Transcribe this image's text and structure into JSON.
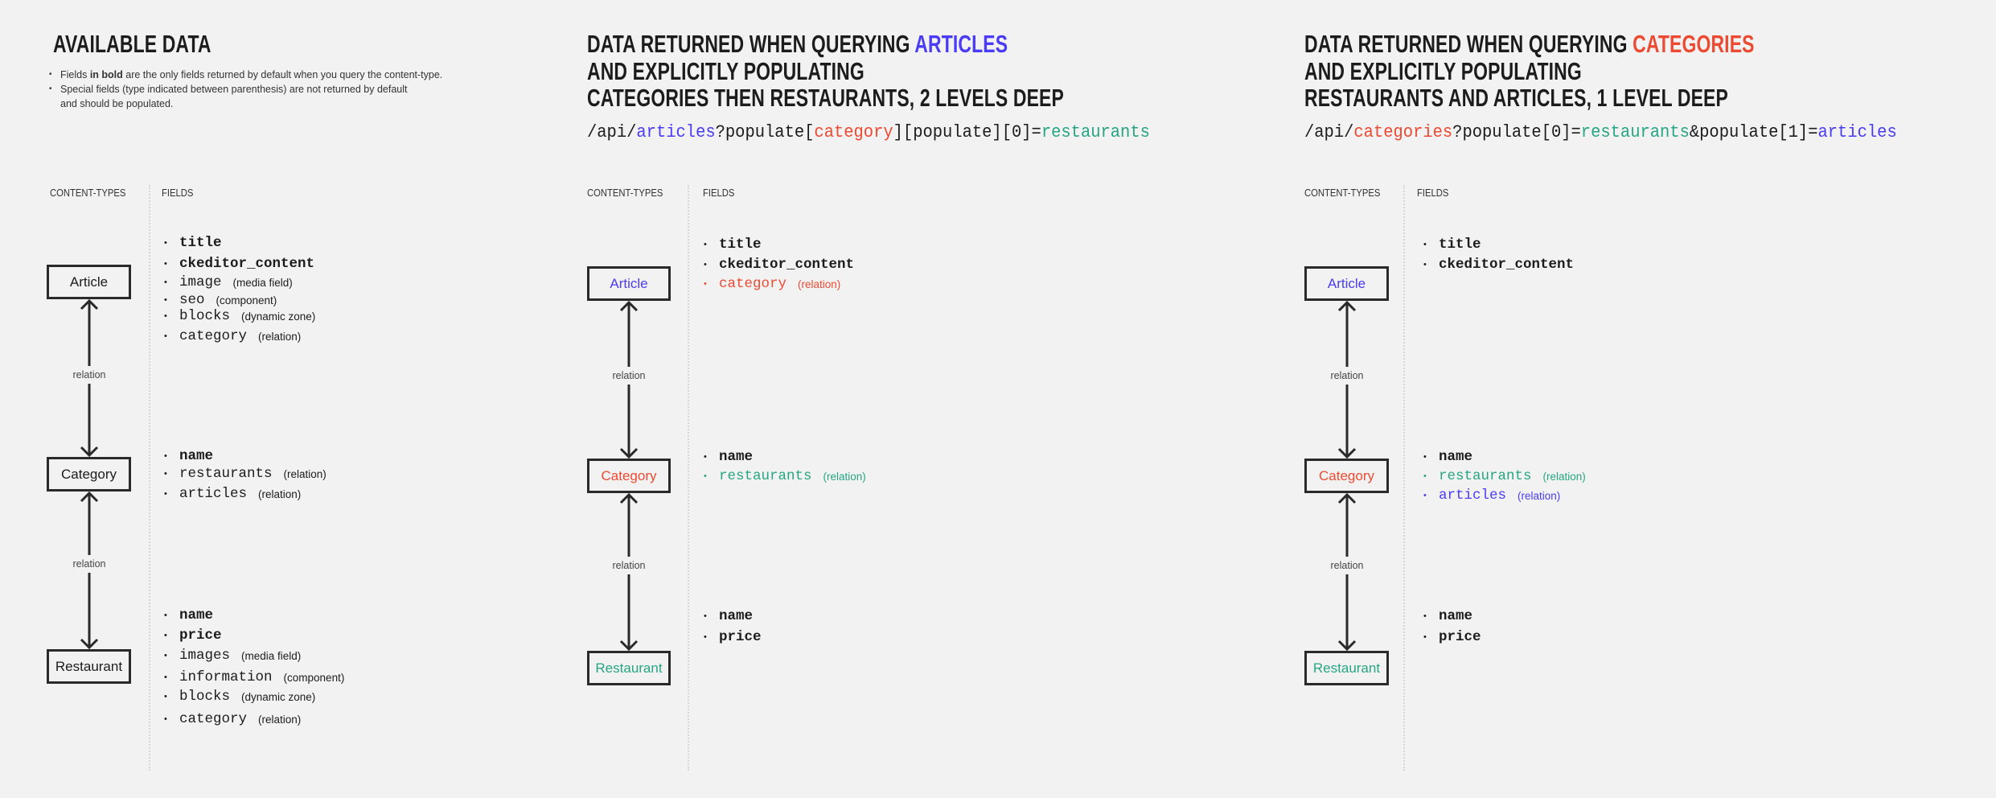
{
  "colors": {
    "background": "#f2f2f2",
    "text": "#1c1c1c",
    "articles": "#4a3cf4",
    "categories": "#ec4a32",
    "restaurants": "#27a583"
  },
  "available": {
    "title": "AVAILABLE DATA",
    "notes": [
      {
        "pre": "Fields ",
        "bold": "in bold",
        "post": " are the only fields returned by default when you query the content-type."
      },
      {
        "line1": "Special fields (type indicated between parenthesis) are not returned by default",
        "line2": "and should be populated."
      }
    ],
    "headers": {
      "types": "CONTENT-TYPES",
      "fields": "FIELDS"
    },
    "types": [
      "Article",
      "Category",
      "Restaurant"
    ],
    "relation_label": "relation",
    "article_fields": [
      {
        "name": "title",
        "type": ""
      },
      {
        "name": "ckeditor_content",
        "type": ""
      },
      {
        "name": "image",
        "type": "(media field)"
      },
      {
        "name": "seo",
        "type": "(component)"
      },
      {
        "name": "blocks",
        "type": "(dynamic zone)"
      },
      {
        "name": "category",
        "type": "(relation)"
      }
    ],
    "category_fields": [
      {
        "name": "name",
        "type": ""
      },
      {
        "name": "restaurants",
        "type": "(relation)"
      },
      {
        "name": "articles",
        "type": "(relation)"
      }
    ],
    "restaurant_fields": [
      {
        "name": "name",
        "type": ""
      },
      {
        "name": "price",
        "type": ""
      },
      {
        "name": "images",
        "type": "(media field)"
      },
      {
        "name": "information",
        "type": "(component)"
      },
      {
        "name": "blocks",
        "type": "(dynamic zone)"
      },
      {
        "name": "category",
        "type": "(relation)"
      }
    ]
  },
  "articles_query": {
    "title_line1_pre": "DATA RETURNED WHEN QUERYING ",
    "title_line1_hl": "ARTICLES",
    "title_line2": "AND EXPLICITLY POPULATING",
    "title_line3": "CATEGORIES THEN RESTAURANTS, 2 LEVELS DEEP",
    "url": {
      "p1": "/api/",
      "p2": "articles",
      "p3": "?populate[",
      "p4": "category",
      "p5": "][populate][0]=",
      "p6": "restaurants"
    },
    "headers": {
      "types": "CONTENT-TYPES",
      "fields": "FIELDS"
    },
    "types": [
      "Article",
      "Category",
      "Restaurant"
    ],
    "relation_label": "relation",
    "article_fields": [
      {
        "name": "title",
        "type": ""
      },
      {
        "name": "ckeditor_content",
        "type": ""
      },
      {
        "name": "category",
        "type": "(relation)"
      }
    ],
    "category_fields": [
      {
        "name": "name",
        "type": ""
      },
      {
        "name": "restaurants",
        "type": "(relation)"
      }
    ],
    "restaurant_fields": [
      {
        "name": "name",
        "type": ""
      },
      {
        "name": "price",
        "type": ""
      }
    ]
  },
  "categories_query": {
    "title_line1_pre": "DATA RETURNED WHEN QUERYING ",
    "title_line1_hl": "CATEGORIES",
    "title_line2": "AND EXPLICITLY POPULATING",
    "title_line3": "RESTAURANTS AND ARTICLES, 1 LEVEL DEEP",
    "url": {
      "p1": "/api/",
      "p2": "categories",
      "p3": "?populate[0]=",
      "p4": "restaurants",
      "p5": "&populate[1]=",
      "p6": "articles"
    },
    "headers": {
      "types": "CONTENT-TYPES",
      "fields": "FIELDS"
    },
    "types": [
      "Article",
      "Category",
      "Restaurant"
    ],
    "relation_label": "relation",
    "article_fields": [
      {
        "name": "title",
        "type": ""
      },
      {
        "name": "ckeditor_content",
        "type": ""
      }
    ],
    "category_fields": [
      {
        "name": "name",
        "type": ""
      },
      {
        "name": "restaurants",
        "type": "(relation)"
      },
      {
        "name": "articles",
        "type": "(relation)"
      }
    ],
    "restaurant_fields": [
      {
        "name": "name",
        "type": ""
      },
      {
        "name": "price",
        "type": ""
      }
    ]
  }
}
